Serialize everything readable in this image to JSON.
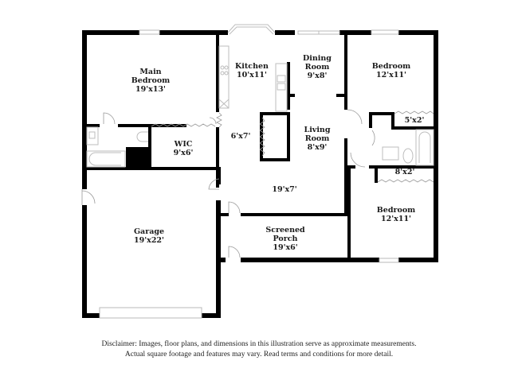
{
  "rooms": [
    {
      "id": "main-bedroom",
      "name": "Main\nBedroom",
      "name_l1": "Main",
      "name_l2": "Bedroom",
      "dims": "19'x13'"
    },
    {
      "id": "kitchen",
      "name_l1": "Kitchen",
      "dims": "10'x11'"
    },
    {
      "id": "dining-room",
      "name_l1": "Dining",
      "name_l2": "Room",
      "dims": "9'x8'"
    },
    {
      "id": "bedroom-top",
      "name_l1": "Bedroom",
      "dims": "12'x11'"
    },
    {
      "id": "closet-top",
      "dims": "5'x2'"
    },
    {
      "id": "hall",
      "dims": "6'x7'"
    },
    {
      "id": "living-room",
      "name_l1": "Living",
      "name_l2": "Room",
      "dims": "8'x9'"
    },
    {
      "id": "wic",
      "name_l1": "WIC",
      "dims": "9'x6'"
    },
    {
      "id": "closet-bottom",
      "dims": "8'x2'"
    },
    {
      "id": "family-area",
      "dims": "19'x7'"
    },
    {
      "id": "garage",
      "name_l1": "Garage",
      "dims": "19'x22'"
    },
    {
      "id": "screened-porch",
      "name_l1": "Screened",
      "name_l2": "Porch",
      "dims": "19'x6'"
    },
    {
      "id": "bedroom-bottom",
      "name_l1": "Bedroom",
      "dims": "12'x11'"
    }
  ],
  "disclaimer": {
    "line1": "Disclaimer: Images, floor plans, and dimensions in this illustration serve as approximate measurements.",
    "line2": "Actual square footage and features may vary. Read terms and conditions for more detail."
  },
  "colors": {
    "wall": "#000000",
    "fixture": "#bdbdbd",
    "background": "#ffffff"
  }
}
